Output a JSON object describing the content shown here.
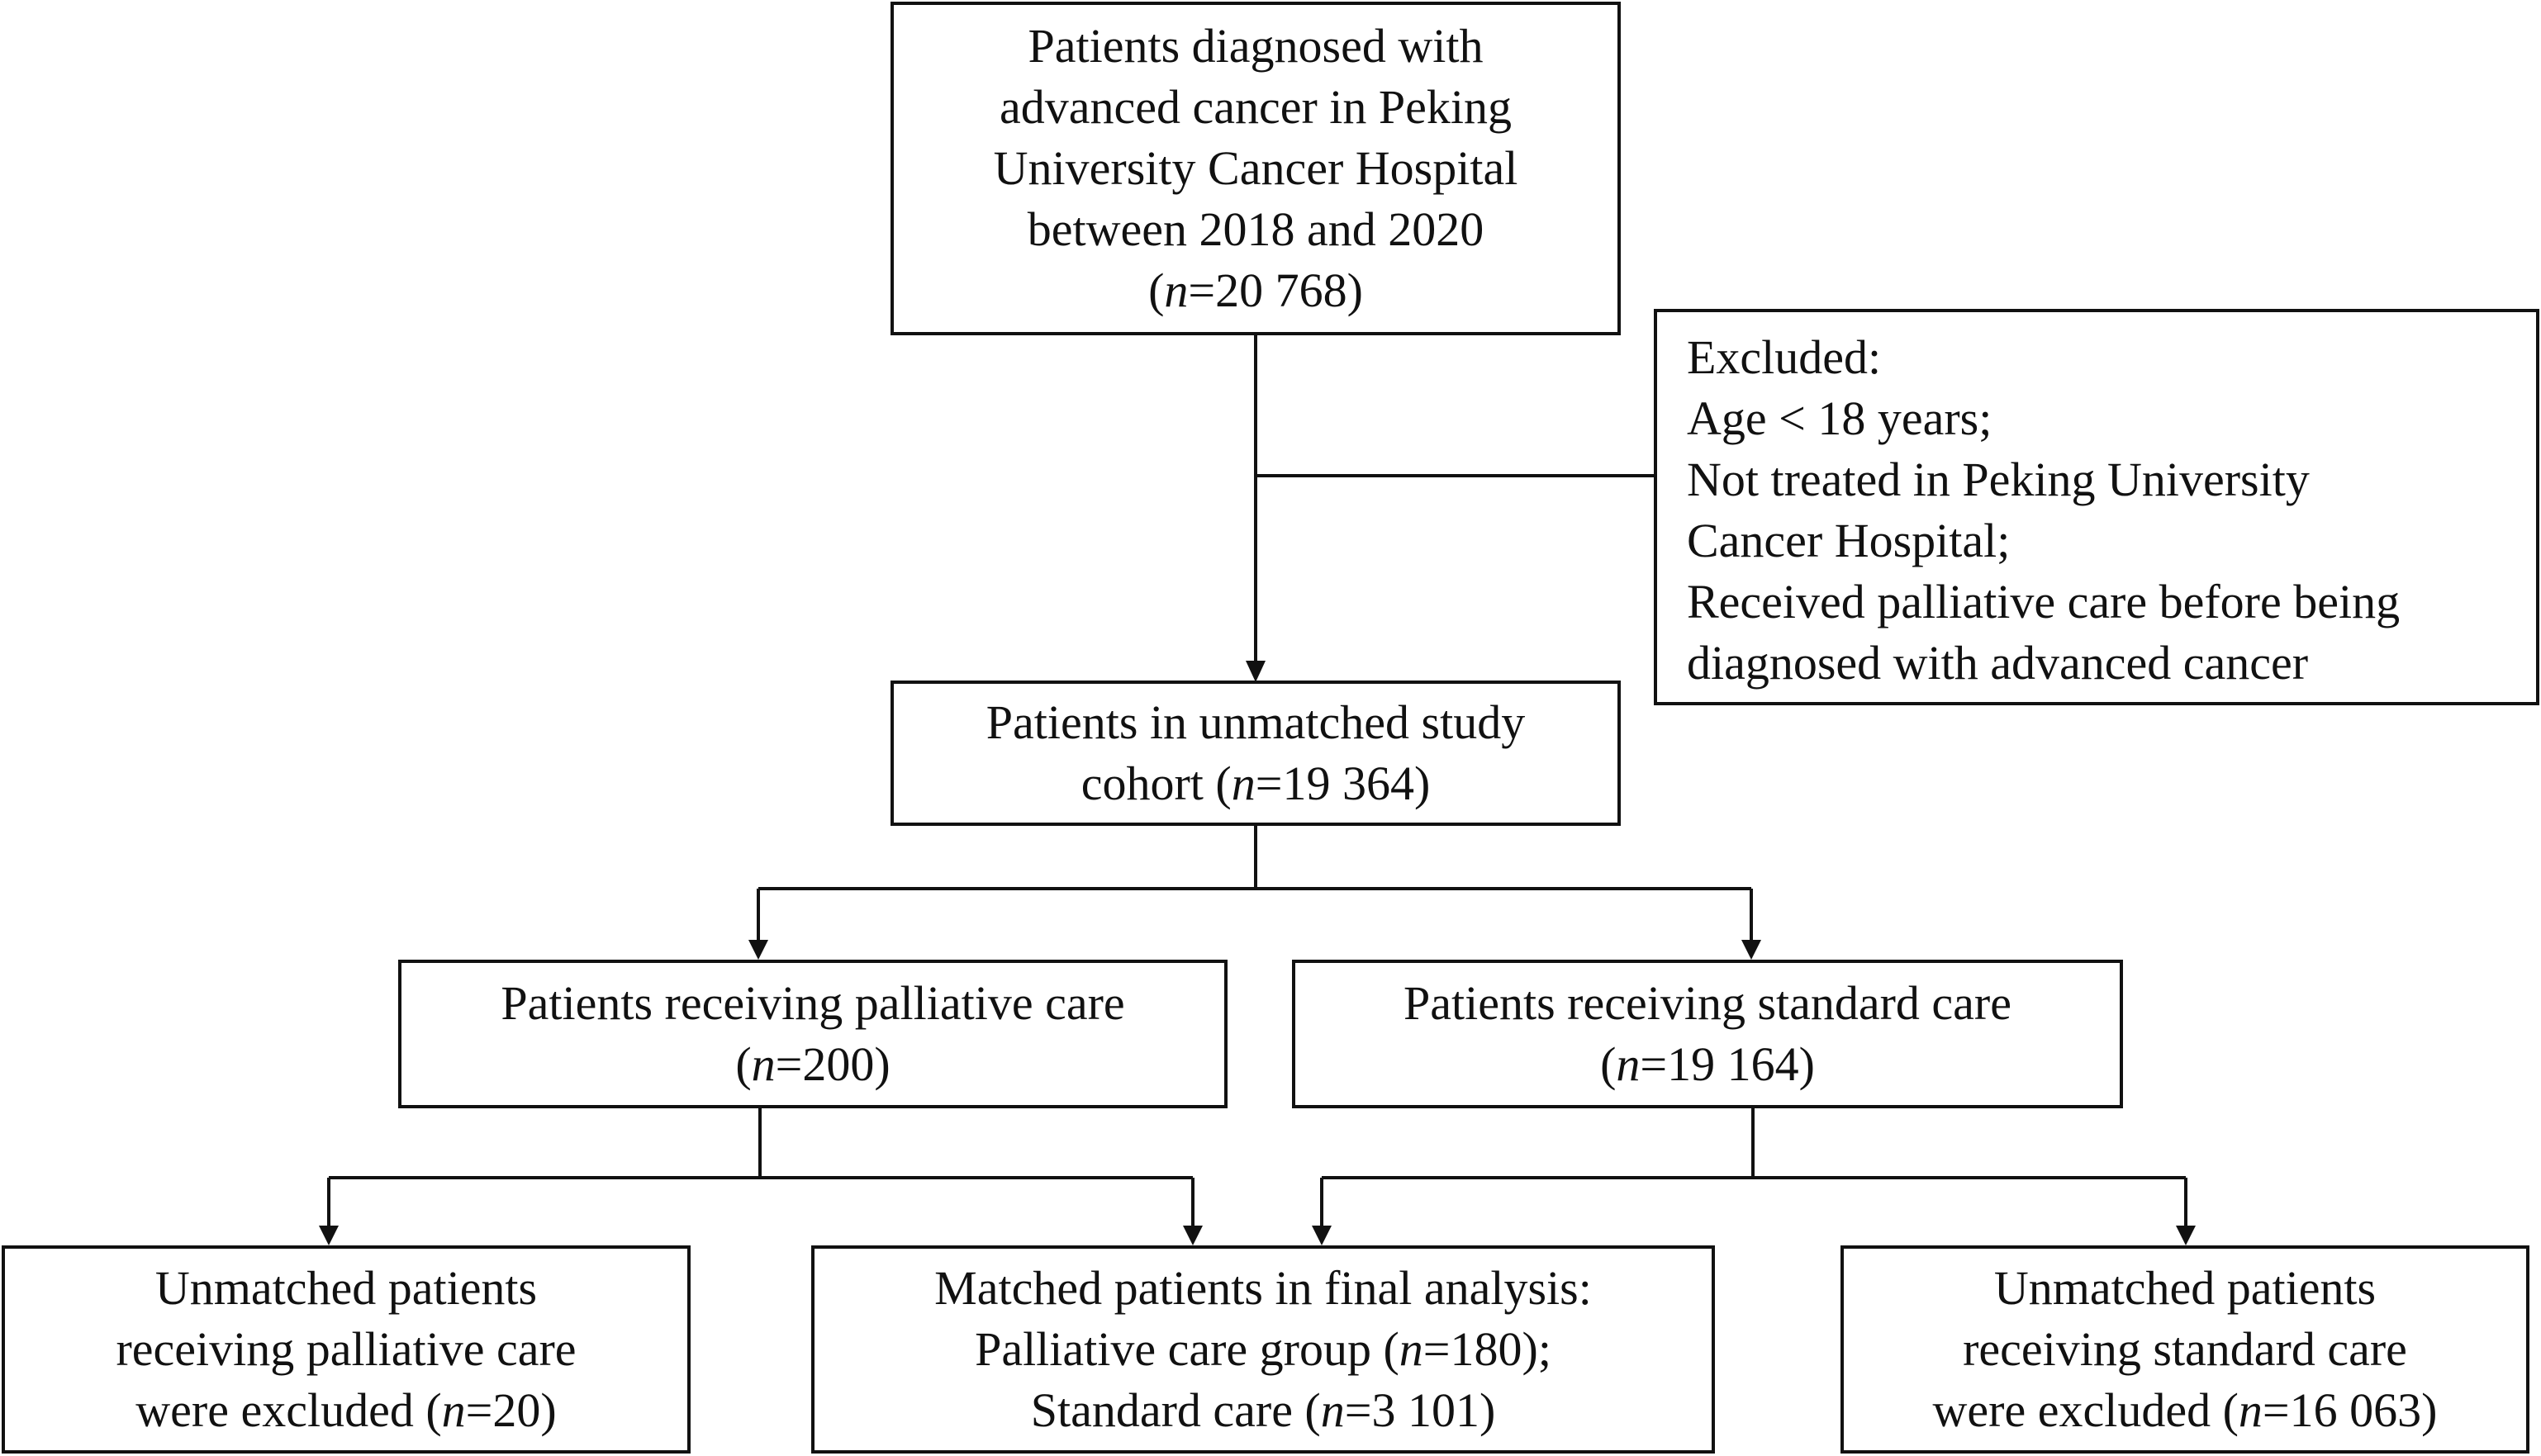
{
  "flowchart": {
    "source": {
      "lines": [
        "Patients diagnosed with",
        "advanced cancer in Peking",
        "University Cancer Hospital",
        "between 2018 and 2020"
      ],
      "n_prefix": "(",
      "n_italic": "n",
      "n_suffix": "=20 768)"
    },
    "excluded": {
      "lines": [
        "Excluded:",
        "Age < 18 years;",
        "Not treated in Peking University",
        "Cancer Hospital;",
        "Received palliative care before being",
        "diagnosed with advanced cancer"
      ]
    },
    "unmatched_cohort": {
      "line1": "Patients in unmatched study",
      "line2_prefix": "cohort (",
      "n_italic": "n",
      "n_suffix": "=19 364)"
    },
    "palliative": {
      "line1": "Patients receiving palliative care",
      "n_prefix": "(",
      "n_italic": "n",
      "n_suffix": "=200)"
    },
    "standard": {
      "line1": "Patients receiving standard care",
      "n_prefix": "(",
      "n_italic": "n",
      "n_suffix": "=19 164)"
    },
    "unmatched_palliative": {
      "line1": "Unmatched patients",
      "line2": "receiving palliative care",
      "line3_prefix": "were excluded (",
      "n_italic": "n",
      "n_suffix": "=20)"
    },
    "matched": {
      "line1": "Matched patients in final analysis:",
      "line2_prefix": "Palliative care group (",
      "line2_n": "n",
      "line2_suffix": "=180);",
      "line3_prefix": "Standard care (",
      "line3_n": "n",
      "line3_suffix": "=3 101)"
    },
    "unmatched_standard": {
      "line1": "Unmatched patients",
      "line2": "receiving standard care",
      "line3_prefix": "were excluded (",
      "n_italic": "n",
      "n_suffix": "=16 063)"
    }
  }
}
